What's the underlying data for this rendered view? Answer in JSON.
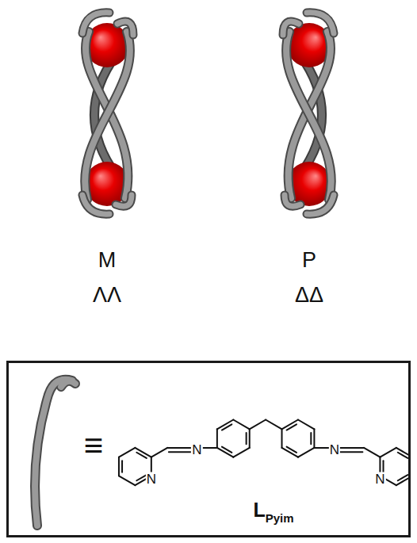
{
  "diagram": {
    "nodes": [
      {
        "text": [
          "≡",
          "N",
          "N",
          "N",
          "N",
          "L",
          "Pyim"
        ]
      }
    ],
    "labels": [
      "M",
      "ΛΛ",
      "P",
      "ΔΔ"
    ]
  }
}
